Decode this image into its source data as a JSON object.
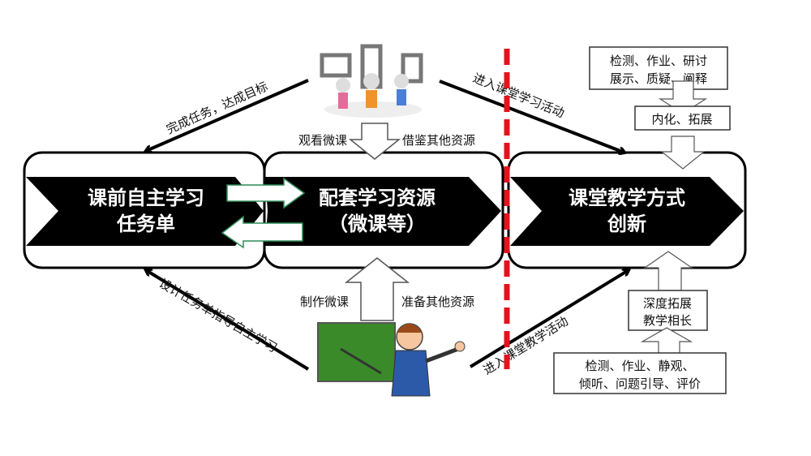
{
  "stages": [
    {
      "line1": "课前自主学习",
      "line2": "任务单"
    },
    {
      "line1": "配套学习资源",
      "line2": "（微课等）"
    },
    {
      "line1": "课堂教学方式",
      "line2": "创新"
    }
  ],
  "arrows": {
    "complete_task": "完成任务，达成目标",
    "enter_learning": "进入课堂学习活动",
    "design_task": "设计任务单指导自主学习",
    "enter_teaching": "进入课堂教学活动"
  },
  "top_labels": {
    "watch": "观看微课",
    "borrow": "借鉴其他资源"
  },
  "bottom_labels": {
    "make": "制作微课",
    "prepare": "准备其他资源"
  },
  "right_top": {
    "box1_line1": "检测、作业、研讨",
    "box1_line2": "展示、质疑、阐释",
    "box2": "内化、拓展"
  },
  "right_bottom": {
    "box1_line1": "深度拓展",
    "box1_line2": "教学相长",
    "box2_line1": "检测、作业、静观、",
    "box2_line2": "倾听、问题引导、评价"
  },
  "colors": {
    "divider": "#e0141e",
    "band": "#000000",
    "green_arrow": "#2e8b57"
  }
}
